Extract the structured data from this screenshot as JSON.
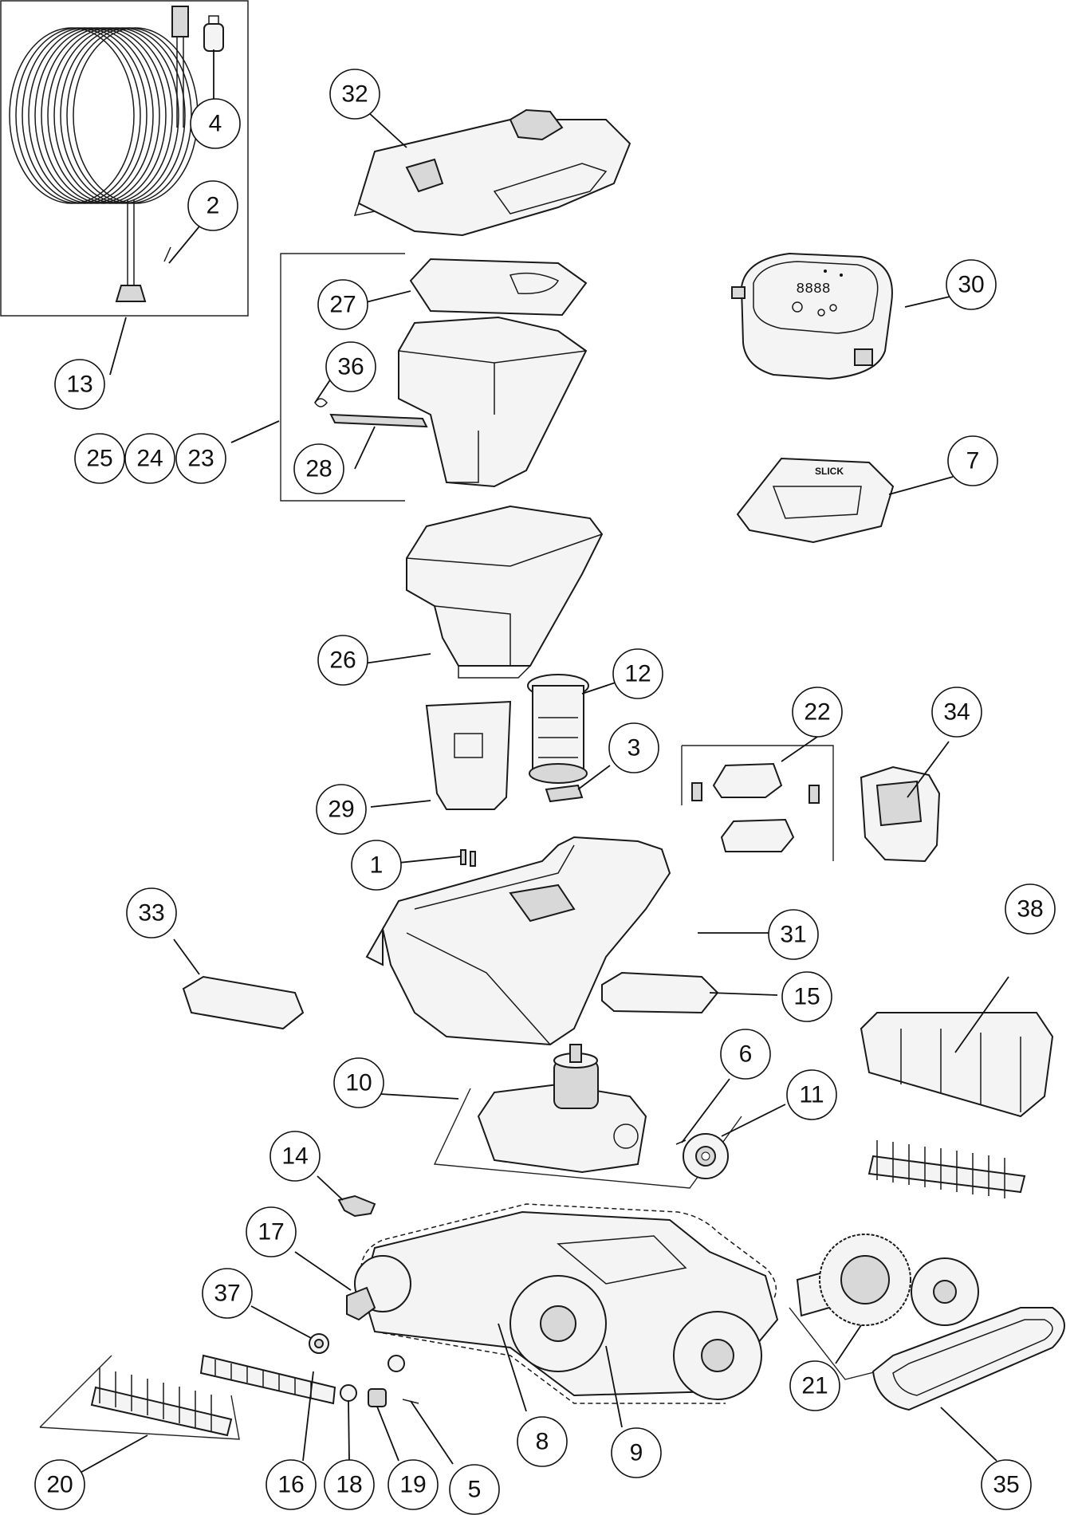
{
  "callouts": [
    {
      "id": "c1",
      "label": "1"
    },
    {
      "id": "c2",
      "label": "2"
    },
    {
      "id": "c3",
      "label": "3"
    },
    {
      "id": "c4",
      "label": "4"
    },
    {
      "id": "c5",
      "label": "5"
    },
    {
      "id": "c6",
      "label": "6"
    },
    {
      "id": "c7",
      "label": "7"
    },
    {
      "id": "c8",
      "label": "8"
    },
    {
      "id": "c9",
      "label": "9"
    },
    {
      "id": "c10",
      "label": "10"
    },
    {
      "id": "c11",
      "label": "11"
    },
    {
      "id": "c12",
      "label": "12"
    },
    {
      "id": "c13",
      "label": "13"
    },
    {
      "id": "c14",
      "label": "14"
    },
    {
      "id": "c15",
      "label": "15"
    },
    {
      "id": "c16",
      "label": "16"
    },
    {
      "id": "c17",
      "label": "17"
    },
    {
      "id": "c18",
      "label": "18"
    },
    {
      "id": "c19",
      "label": "19"
    },
    {
      "id": "c20",
      "label": "20"
    },
    {
      "id": "c21",
      "label": "21"
    },
    {
      "id": "c22",
      "label": "22"
    },
    {
      "id": "c23",
      "label": "23"
    },
    {
      "id": "c24",
      "label": "24"
    },
    {
      "id": "c25",
      "label": "25"
    },
    {
      "id": "c26",
      "label": "26"
    },
    {
      "id": "c27",
      "label": "27"
    },
    {
      "id": "c28",
      "label": "28"
    },
    {
      "id": "c29",
      "label": "29"
    },
    {
      "id": "c30",
      "label": "30"
    },
    {
      "id": "c31",
      "label": "31"
    },
    {
      "id": "c32",
      "label": "32"
    },
    {
      "id": "c33",
      "label": "33"
    },
    {
      "id": "c34",
      "label": "34"
    },
    {
      "id": "c35",
      "label": "35"
    },
    {
      "id": "c36",
      "label": "36"
    },
    {
      "id": "c37",
      "label": "37"
    },
    {
      "id": "c38",
      "label": "38"
    }
  ],
  "power_supply_label": "8888",
  "handle_label": "SLICK"
}
